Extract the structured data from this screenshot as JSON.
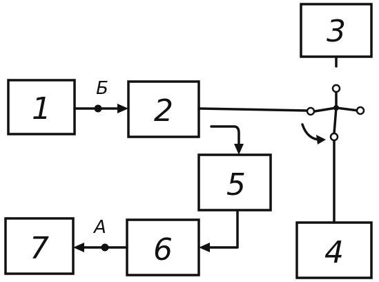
{
  "diagram": {
    "blocks": [
      {
        "id": "b1",
        "label": "1"
      },
      {
        "id": "b2",
        "label": "2"
      },
      {
        "id": "b3",
        "label": "3"
      },
      {
        "id": "b4",
        "label": "4"
      },
      {
        "id": "b5",
        "label": "5"
      },
      {
        "id": "b6",
        "label": "6"
      },
      {
        "id": "b7",
        "label": "7"
      }
    ],
    "line_labels": {
      "b_label": "Б",
      "a_label": "А"
    },
    "connections": [
      {
        "from": "1",
        "to": "2",
        "label": "Б"
      },
      {
        "from": "2",
        "to": "5"
      },
      {
        "from": "5",
        "to": "6"
      },
      {
        "from": "6",
        "to": "7",
        "label": "А"
      },
      {
        "from": "2",
        "to": "switch"
      },
      {
        "from": "3",
        "to": "switch"
      },
      {
        "from": "4",
        "to": "switch"
      }
    ]
  }
}
